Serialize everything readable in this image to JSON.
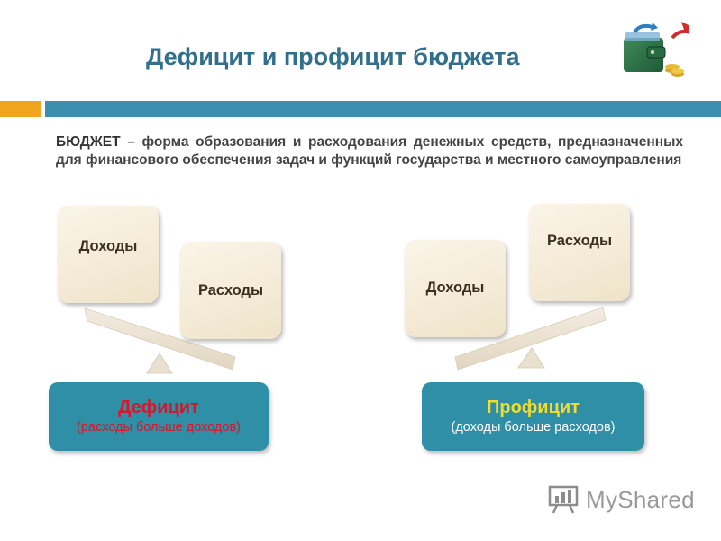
{
  "title": "Дефицит и профицит бюджета",
  "definition": {
    "term": "БЮДЖЕТ",
    "text": " – форма образования и расходования денежных средств, предназначенных для финансового обеспечения задач и функций государства и местного самоуправления"
  },
  "deficit_scale": {
    "income_label": "Доходы",
    "expenses_label": "Расходы",
    "result_title": "Дефицит",
    "result_subtitle": "(расходы больше доходов)"
  },
  "surplus_scale": {
    "income_label": "Доходы",
    "expenses_label": "Расходы",
    "result_title": "Профицит",
    "result_subtitle": "(доходы больше расходов)"
  },
  "watermark": {
    "text": "MyShared"
  },
  "colors": {
    "title": "#31708c",
    "accent_orange": "#f0a51e",
    "accent_blue": "#3d8fb0",
    "result_box": "#2e8fa6",
    "deficit_text": "#d8162a",
    "surplus_text": "#f2dd2a"
  }
}
